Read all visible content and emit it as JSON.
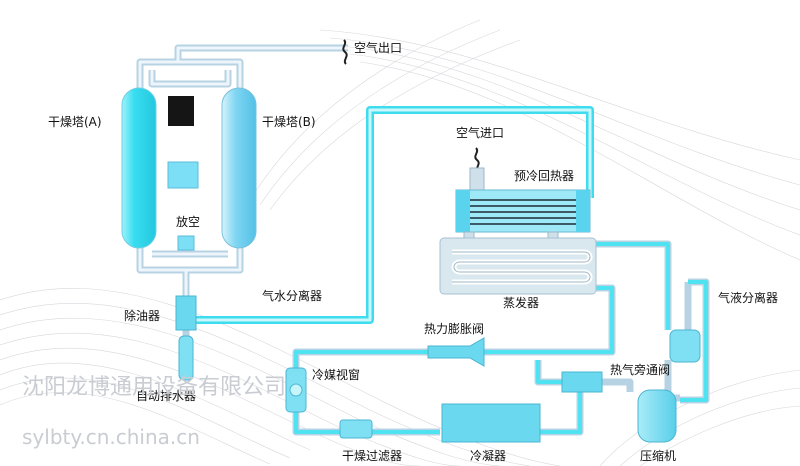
{
  "labels": {
    "air_outlet": "空气出口",
    "dryer_a": "干燥塔(A)",
    "dryer_b": "干燥塔(B)",
    "vent": "放空",
    "oil_remover": "除油器",
    "auto_drain": "自动排水器",
    "water_separator": "气水分离器",
    "air_inlet": "空气进口",
    "precool_reheater": "预冷回热器",
    "evaporator": "蒸发器",
    "gas_liquid_separator": "气液分离器",
    "expansion_valve": "热力膨胀阀",
    "sight_glass": "冷媒视窗",
    "hot_gas_bypass": "热气旁通阀",
    "filter_dryer": "干燥过滤器",
    "condenser": "冷凝器",
    "compressor": "压缩机"
  },
  "watermark": {
    "company": "沈阳龙博通用设备有限公司",
    "site": "sylbty.cn.china.cn"
  },
  "colors": {
    "pipe_cyan": "#5fe8f5",
    "pipe_light": "#cde4f1",
    "tower_fill": "#4be0f2",
    "component_fill": "#7cdff5",
    "black_block": "#151515"
  }
}
